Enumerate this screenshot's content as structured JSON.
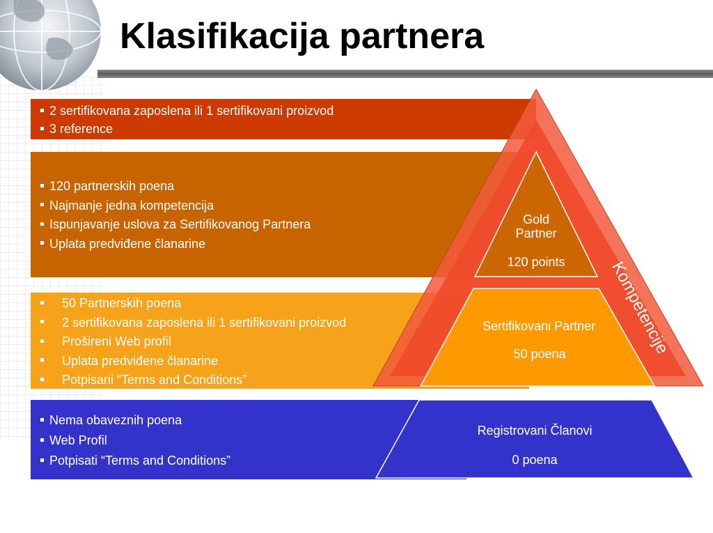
{
  "title": "Klasifikacija partnera",
  "levels": {
    "gold_certified": {
      "items": [
        "2 sertifikovana zaposlena ili 1 sertifikovani proizvod",
        "3 reference"
      ]
    },
    "gold": {
      "items": [
        "120 partnerskih poena",
        "Najmanje jedna kompetencija",
        "Ispunjavanje uslova za Sertifikovanog Partnera",
        "Uplata predviđene članarine"
      ],
      "pyramid_name_line1": "Gold",
      "pyramid_name_line2": "Partner",
      "pyramid_points": "120 points"
    },
    "certified": {
      "items": [
        "50 Partnerskih poena",
        "2 sertifikovana zaposlena ili 1 sertifikovani proizvod",
        "Prošireni Web profil",
        "Uplata predviđene članarine",
        "Potpisani “Terms and Conditions”"
      ],
      "pyramid_name": "Sertifikovani Partner",
      "pyramid_points": "50 poena"
    },
    "registered": {
      "items": [
        "Nema obaveznih poena",
        "Web Profil",
        "Potpisati “Terms and  Conditions”"
      ],
      "pyramid_name": "Registrovani Članovi",
      "pyramid_points": "0 poena"
    }
  },
  "competencies_label": "Kompetencije",
  "colors": {
    "red_band": "#cc3a00",
    "brown_band": "#c86400",
    "orange_band": "#f7a21b",
    "blue_band": "#3333cc",
    "pyramid_outer": "#f25a3c",
    "gold_triangle": "#cc6600",
    "certified_trapezoid": "#ff9900"
  }
}
